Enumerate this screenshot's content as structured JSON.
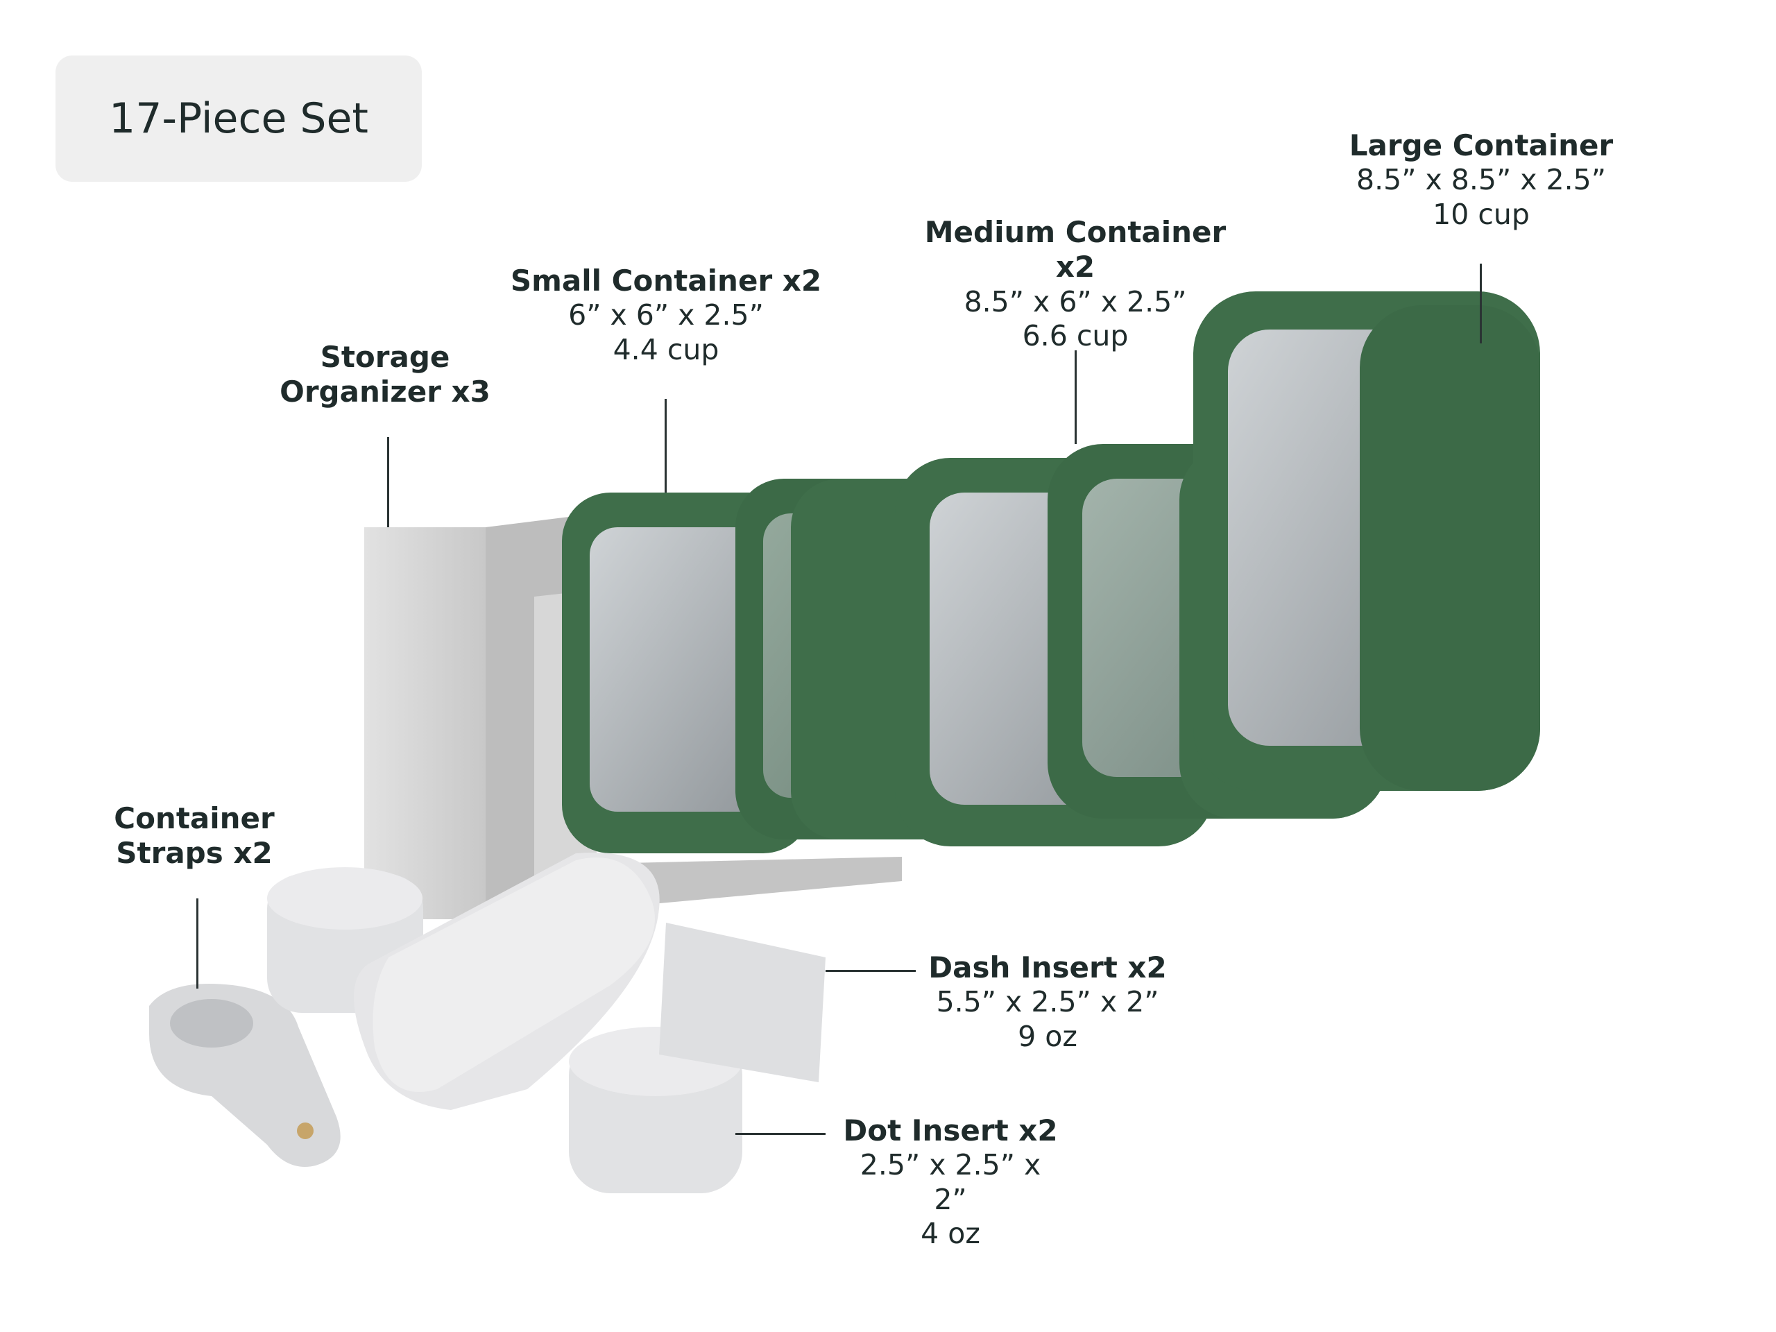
{
  "badge": {
    "label": "17-Piece Set"
  },
  "labels": {
    "storage_organizer": {
      "line1": "Storage",
      "line2": "Organizer x3"
    },
    "small_container": {
      "title": "Small Container x2",
      "dims": "6” x 6” x 2.5”",
      "capacity": "4.4 cup"
    },
    "medium_container": {
      "title": "Medium Container x2",
      "dims": "8.5” x 6” x 2.5”",
      "capacity": "6.6 cup"
    },
    "large_container": {
      "title": "Large Container",
      "dims": "8.5” x 8.5” x 2.5”",
      "capacity": "10 cup"
    },
    "container_straps": {
      "line1": "Container",
      "line2": "Straps x2"
    },
    "dash_insert": {
      "title": "Dash Insert x2",
      "dims": "5.5” x 2.5” x 2”",
      "capacity": "9 oz"
    },
    "dot_insert": {
      "title": "Dot Insert x2",
      "dims": "2.5” x 2.5” x 2”",
      "capacity": "4 oz"
    }
  },
  "colors": {
    "container_green": "#3f6e4a",
    "container_green_dark": "#2f5738",
    "organizer_gray": "#d9d9d9",
    "insert_gray": "#e4e4e6"
  }
}
